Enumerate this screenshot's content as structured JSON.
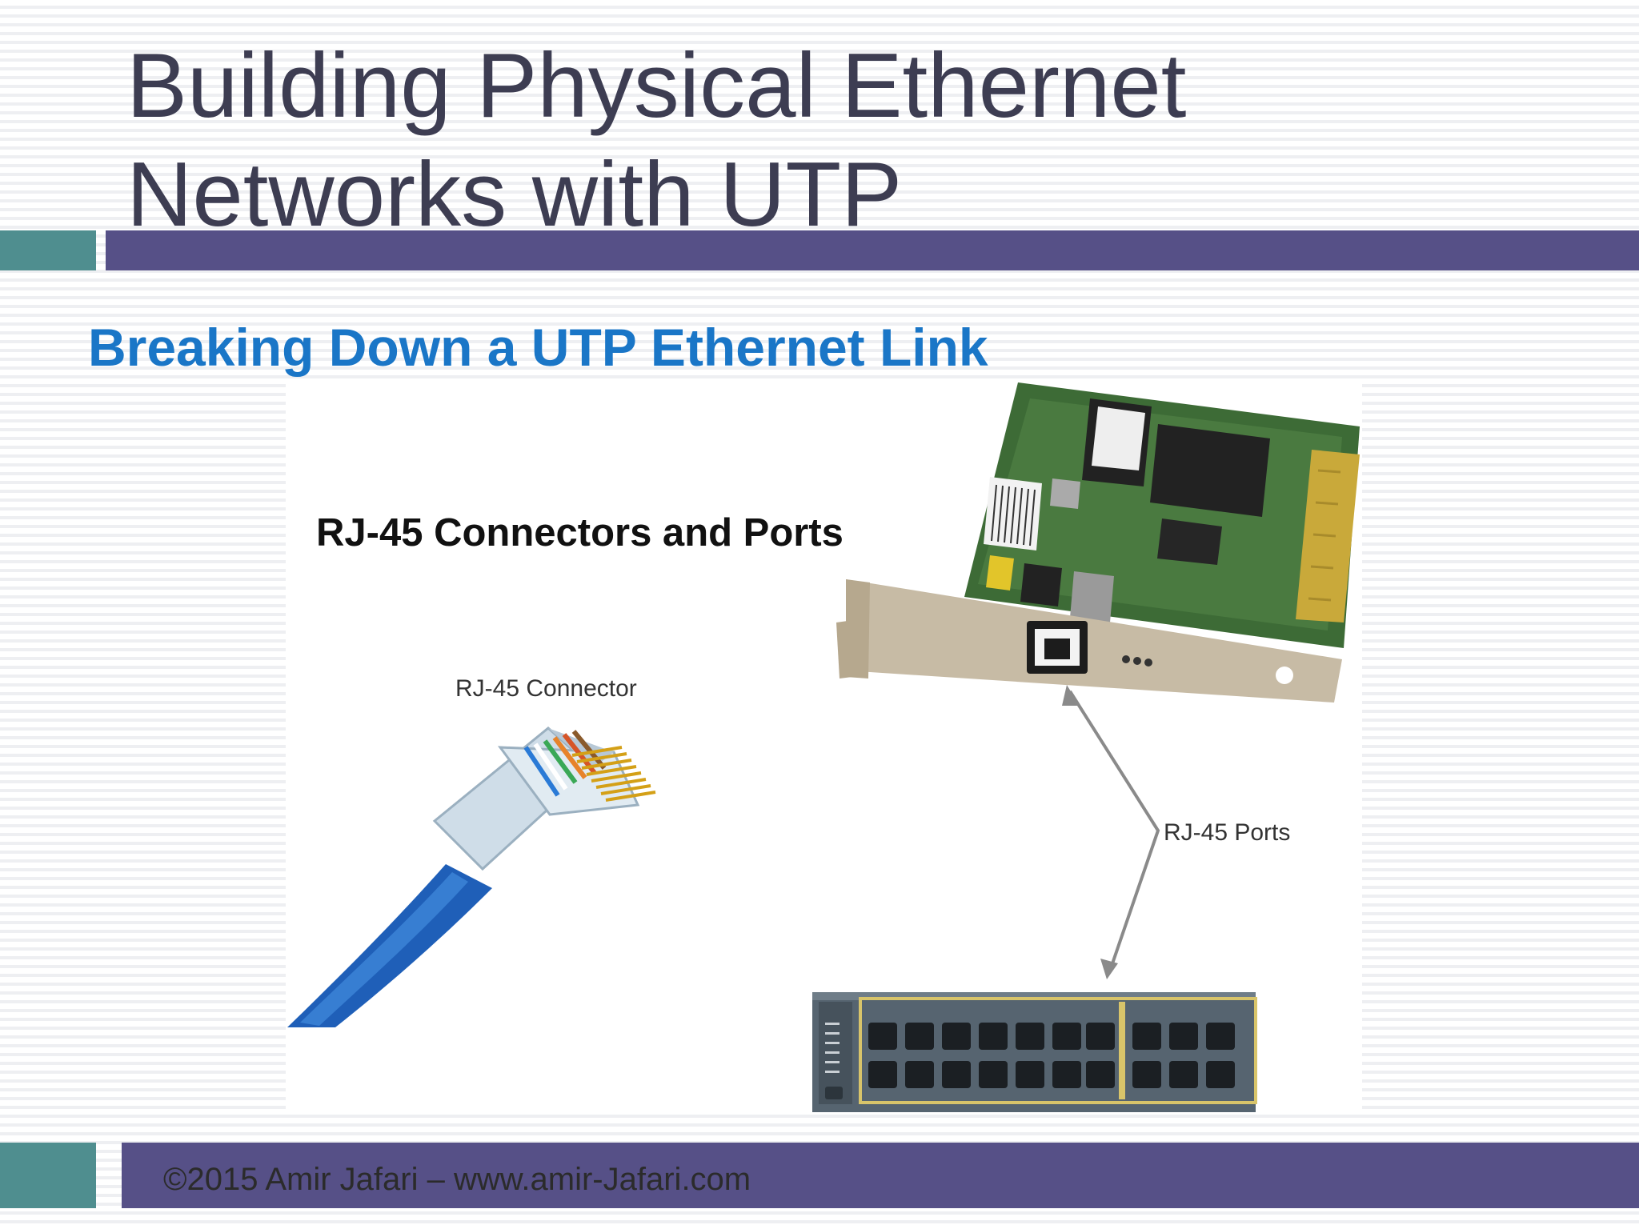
{
  "slide": {
    "title_lines": [
      "Building Physical Ethernet",
      "Networks with UTP"
    ],
    "subtitle": "Breaking Down a UTP Ethernet Link",
    "footer": "©2015 Amir Jafari – www.amir-Jafari.com",
    "colors": {
      "title": "#3d3d52",
      "subtitle": "#1a76c7",
      "teal_bar": "#4f8e8f",
      "purple_bar": "#565087"
    }
  },
  "figure": {
    "heading": "RJ-45 Connectors and Ports",
    "connector_label": "RJ-45 Connector",
    "ports_label": "RJ-45 Ports",
    "images": [
      "network-interface-card",
      "rj45-cable-connector",
      "network-switch"
    ]
  }
}
